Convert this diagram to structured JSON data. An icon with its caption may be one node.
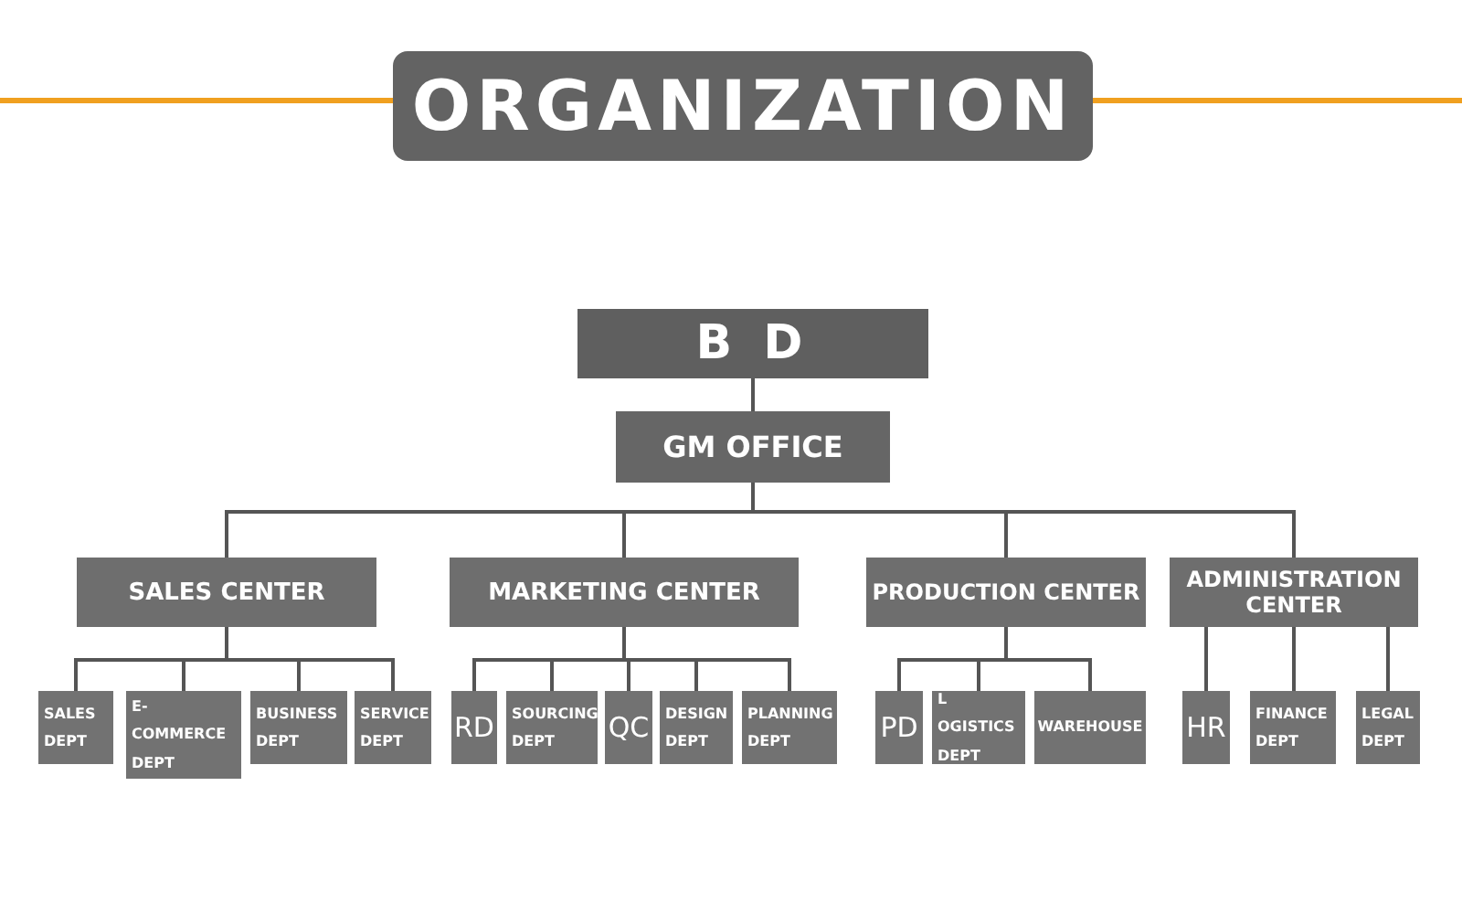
{
  "diagram": {
    "title": "ORGANIZATION",
    "nodes": [
      {
        "text": [
          "B D"
        ]
      },
      {
        "text": [
          "GM OFFICE"
        ]
      },
      {
        "text": [
          "SALES CENTER"
        ]
      },
      {
        "text": [
          "MARKETING CENTER"
        ]
      },
      {
        "text": [
          "PRODUCTION CENTER"
        ]
      },
      {
        "text": [
          "ADMINISTRATION CENTER"
        ]
      },
      {
        "text": [
          "SALES DEPT"
        ]
      },
      {
        "text": [
          "E-COMMERCE DEPT"
        ]
      },
      {
        "text": [
          "BUSINESS DEPT"
        ]
      },
      {
        "text": [
          "SERVICE DEPT"
        ]
      },
      {
        "text": [
          "RD"
        ]
      },
      {
        "text": [
          "SOURCING DEPT"
        ]
      },
      {
        "text": [
          "QC"
        ]
      },
      {
        "text": [
          "DESIGN DEPT"
        ]
      },
      {
        "text": [
          "PLANNING DEPT"
        ]
      },
      {
        "text": [
          "PD"
        ]
      },
      {
        "text": [
          "L OGISTICS DEPT"
        ]
      },
      {
        "text": [
          "WAREHOUSE"
        ]
      },
      {
        "text": [
          "HR"
        ]
      },
      {
        "text": [
          "FINANCE DEPT"
        ]
      },
      {
        "text": [
          "LEGAL DEPT"
        ]
      }
    ],
    "edges": [
      {
        "from": 0,
        "to": 1,
        "arrow": "none"
      },
      {
        "from": 1,
        "to": 2,
        "arrow": "none"
      },
      {
        "from": 1,
        "to": 3,
        "arrow": "none"
      },
      {
        "from": 1,
        "to": 4,
        "arrow": "none"
      },
      {
        "from": 1,
        "to": 5,
        "arrow": "none"
      },
      {
        "from": 2,
        "to": 6,
        "arrow": "none"
      },
      {
        "from": 2,
        "to": 7,
        "arrow": "none"
      },
      {
        "from": 2,
        "to": 8,
        "arrow": "none"
      },
      {
        "from": 2,
        "to": 9,
        "arrow": "none"
      },
      {
        "from": 3,
        "to": 10,
        "arrow": "none"
      },
      {
        "from": 3,
        "to": 11,
        "arrow": "none"
      },
      {
        "from": 3,
        "to": 12,
        "arrow": "none"
      },
      {
        "from": 3,
        "to": 13,
        "arrow": "none"
      },
      {
        "from": 3,
        "to": 14,
        "arrow": "none"
      },
      {
        "from": 4,
        "to": 15,
        "arrow": "none"
      },
      {
        "from": 4,
        "to": 16,
        "arrow": "none"
      },
      {
        "from": 4,
        "to": 17,
        "arrow": "none"
      },
      {
        "from": 5,
        "to": 18,
        "arrow": "none"
      },
      {
        "from": 5,
        "to": 19,
        "arrow": "none"
      },
      {
        "from": 5,
        "to": 20,
        "arrow": "none"
      }
    ]
  }
}
